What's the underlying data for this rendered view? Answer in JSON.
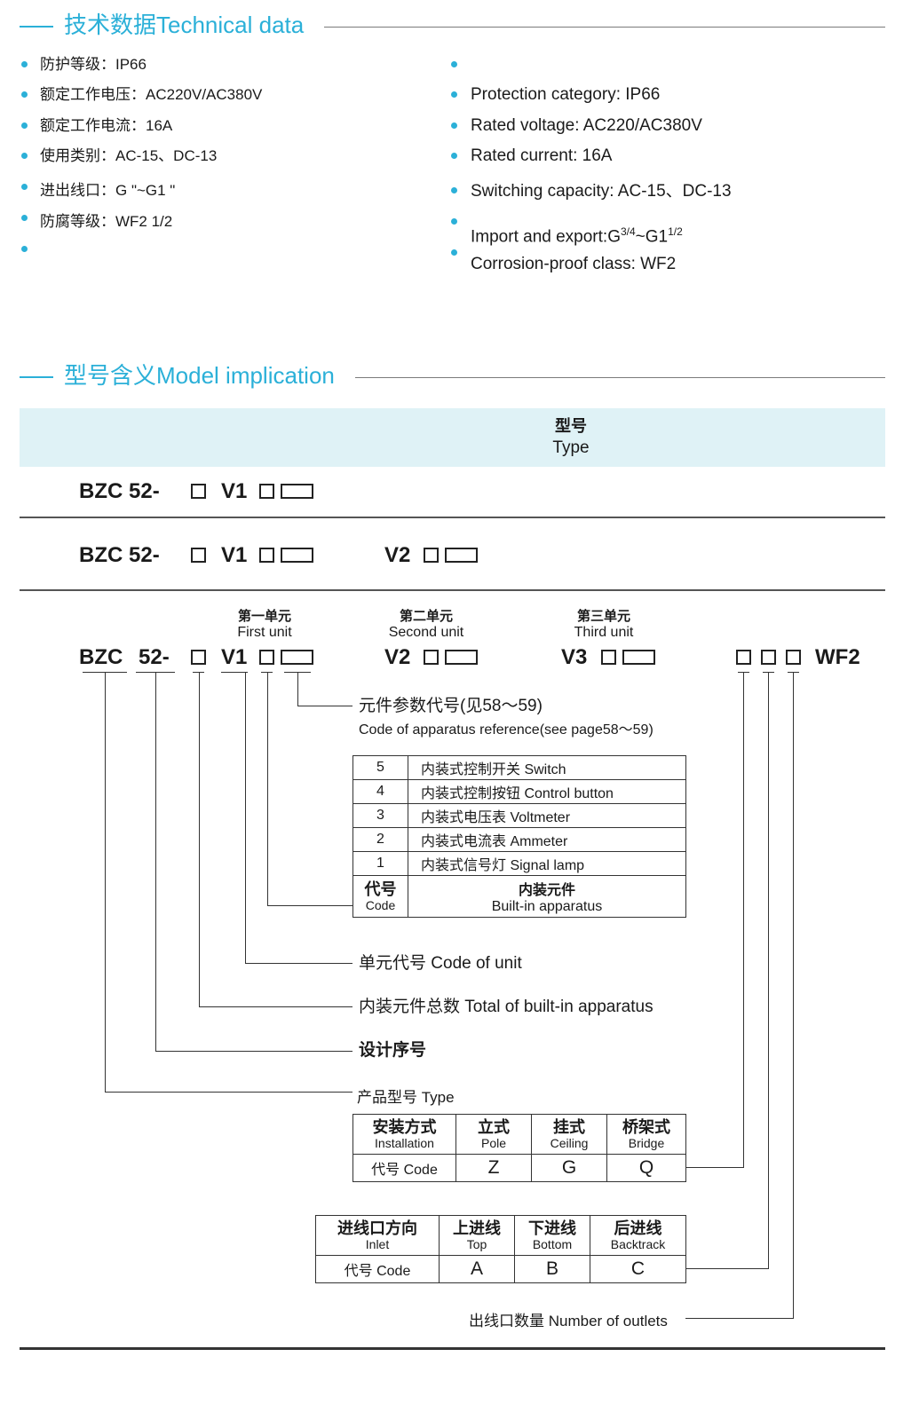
{
  "tech": {
    "title": "技术数据Technical data",
    "cn": [
      "防护等级：IP66",
      "额定工作电压：AC220V/AC380V",
      "额定工作电流：16A",
      "使用类别：AC-15、DC-13",
      "进出线口：G  \"~G1  \"",
      "防腐等级：WF2     1/2"
    ],
    "en": [
      "Protection category: IP66",
      "Rated voltage: AC220/AC380V",
      "Rated current: 16A",
      "Switching capacity: AC-15、DC-13",
      "Import and export:G",
      "Corrosion-proof class: WF2"
    ],
    "import_sup1": "3/4",
    "import_mid": "~G1",
    "import_sup2": "1/2"
  },
  "model": {
    "title": "型号含义Model implication",
    "type_cn": "型号",
    "type_en": "Type",
    "row1_prefix": "BZC 52-",
    "v1": "V1",
    "v2": "V2",
    "v3": "V3",
    "wf2": "WF2",
    "first_cn": "第一单元",
    "first_en": "First unit",
    "second_cn": "第二单元",
    "second_en": "Second unit",
    "third_cn": "第三单元",
    "third_en": "Third unit",
    "bzc": "BZC",
    "num": "52-",
    "ref_cn": "元件参数代号(见58～59)",
    "ref_en": "Code of apparatus reference(see page58～59)",
    "apparatus": [
      {
        "code": "5",
        "name": "内装式控制开关 Switch"
      },
      {
        "code": "4",
        "name": "内装式控制按钮  Control button"
      },
      {
        "code": "3",
        "name": "内装式电压表    Voltmeter"
      },
      {
        "code": "2",
        "name": "内装式电流表    Ammeter"
      },
      {
        "code": "1",
        "name": "内装式信号灯    Signal lamp"
      }
    ],
    "app_code_cn": "代号",
    "app_code_en": "Code",
    "app_name_cn": "内装元件",
    "app_name_en": "Built-in apparatus",
    "unit_code": "单元代号 Code of unit",
    "total": "内装元件总数 Total of built-in apparatus",
    "design": "设计序号",
    "product": "产品型号 Type",
    "install": {
      "h1_cn": "安装方式",
      "h1_en": "Installation",
      "h2_cn": "立式",
      "h2_en": "Pole",
      "h3_cn": "挂式",
      "h3_en": "Ceiling",
      "h4_cn": "桥架式",
      "h4_en": "Bridge",
      "code_label": "代号 Code",
      "v1": "Z",
      "v2": "G",
      "v3": "Q"
    },
    "inlet": {
      "h1_cn": "进线口方向",
      "h1_en": "Inlet",
      "h2_cn": "上进线",
      "h2_en": "Top",
      "h3_cn": "下进线",
      "h3_en": "Bottom",
      "h4_cn": "后进线",
      "h4_en": "Backtrack",
      "code_label": "代号 Code",
      "v1": "A",
      "v2": "B",
      "v3": "C"
    },
    "outlets": "出线口数量 Number of outlets"
  },
  "colors": {
    "accent": "#2bb0d8",
    "header_bg": "#dff2f6"
  }
}
